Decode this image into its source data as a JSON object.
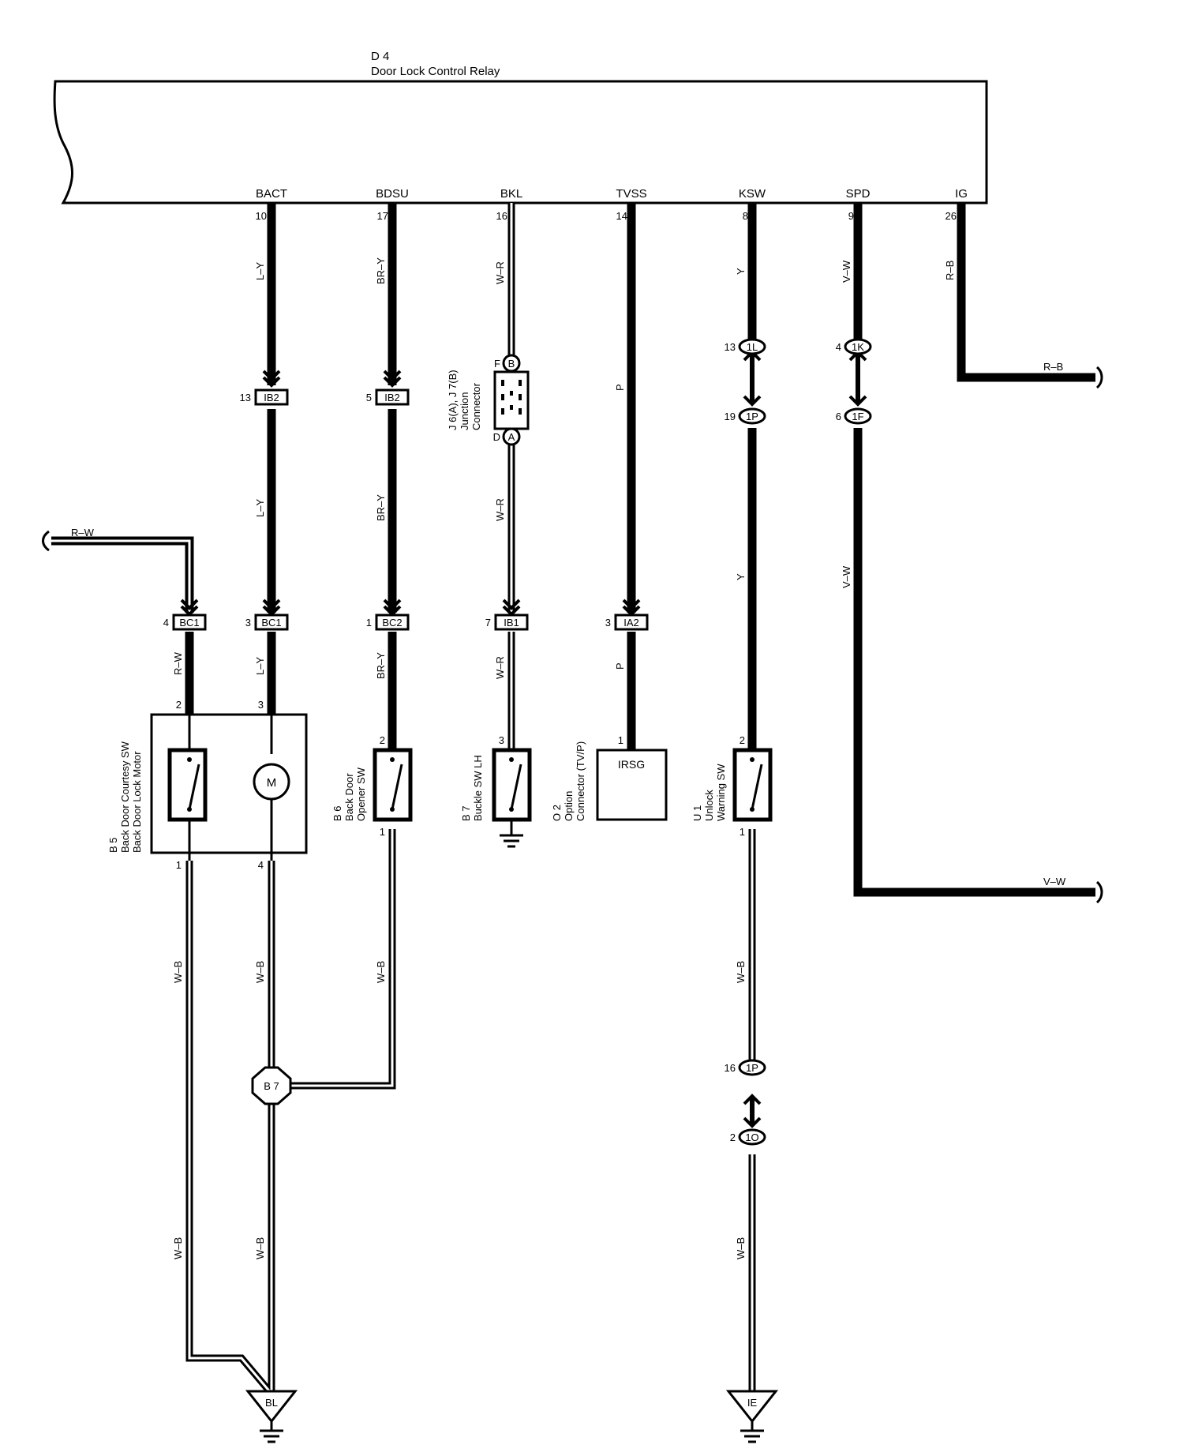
{
  "relay": {
    "id": "D 4",
    "name": "Door Lock Control Relay",
    "terminals": [
      {
        "name": "BACT",
        "pin": "10",
        "wire": "L–Y"
      },
      {
        "name": "BDSU",
        "pin": "17",
        "wire": "BR–Y"
      },
      {
        "name": "BKL",
        "pin": "16",
        "wire": "W–R"
      },
      {
        "name": "TVSS",
        "pin": "14",
        "wire": "P"
      },
      {
        "name": "KSW",
        "pin": "8",
        "wire": "Y"
      },
      {
        "name": "SPD",
        "pin": "9",
        "wire": "V–W"
      },
      {
        "name": "IG",
        "pin": "26",
        "wire": "R–B"
      }
    ]
  },
  "connectors": {
    "ib2_a": {
      "code": "IB2",
      "pin": "13"
    },
    "ib2_b": {
      "code": "IB2",
      "pin": "5"
    },
    "bc1_a": {
      "code": "BC1",
      "pin": "4"
    },
    "bc1_b": {
      "code": "BC1",
      "pin": "3"
    },
    "bc2": {
      "code": "BC2",
      "pin": "1"
    },
    "ib1": {
      "code": "IB1",
      "pin": "7"
    },
    "ia2": {
      "code": "IA2",
      "pin": "3"
    },
    "c1l": {
      "code": "1L",
      "pin": "13"
    },
    "c1p_a": {
      "code": "1P",
      "pin": "19"
    },
    "c1k": {
      "code": "1K",
      "pin": "4"
    },
    "c1f": {
      "code": "1F",
      "pin": "6"
    },
    "c1p_b": {
      "code": "1P",
      "pin": "16"
    },
    "c1o": {
      "code": "1O",
      "pin": "2"
    }
  },
  "junction": {
    "label": "J 6(A), J 7(B)",
    "line2": "Junction",
    "line3": "Connector",
    "pin_top": "F",
    "pin_top_code": "B",
    "pin_bottom": "D",
    "pin_bottom_code": "A"
  },
  "splice_b7": "B 7",
  "wires": {
    "rw": "R–W",
    "rb": "R–B",
    "vw": "V–W",
    "wb": "W–B",
    "ly": "L–Y",
    "bry": "BR–Y",
    "wr": "W–R",
    "p": "P",
    "y": "Y"
  },
  "components": {
    "b5": {
      "id": "B 5",
      "line1": "Back Door Courtesy SW",
      "line2": "Back Door Lock Motor",
      "pin_a_top": "2",
      "pin_b_top": "3",
      "pin_a_bot": "1",
      "pin_b_bot": "4",
      "motor": "M"
    },
    "b6": {
      "id": "B 6",
      "line1": "Back Door",
      "line2": "Opener SW",
      "pin_top": "2",
      "pin_bot": "1"
    },
    "b7": {
      "id": "B 7",
      "line1": "Buckle SW LH",
      "pin_top": "3"
    },
    "o2": {
      "id": "O 2",
      "line1": "Option",
      "line2": "Connector (TV/P)",
      "pin_top": "1",
      "box": "IRSG"
    },
    "u1": {
      "id": "U 1",
      "line1": "Unlock",
      "line2": "Warning SW",
      "pin_top": "2",
      "pin_bot": "1"
    }
  },
  "grounds": {
    "bl": "BL",
    "ie": "IE"
  }
}
